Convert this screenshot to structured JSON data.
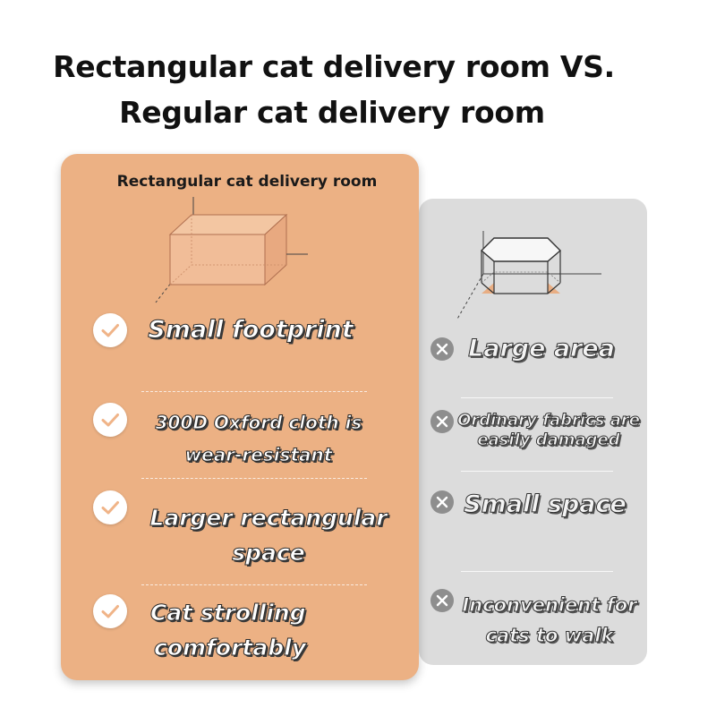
{
  "title": {
    "line1": "Rectangular cat delivery room VS.",
    "line2": "Regular cat delivery room"
  },
  "left_card": {
    "header": "Rectangular cat delivery room",
    "features": [
      {
        "line1": "Small footprint",
        "line2": ""
      },
      {
        "line1": "300D Oxford cloth is",
        "line2": "wear-resistant"
      },
      {
        "line1": "Larger rectangular",
        "line2": "space"
      },
      {
        "line1": "Cat strolling",
        "line2": "comfortably"
      }
    ],
    "icon": "check-icon",
    "color": "#ecb184"
  },
  "right_card": {
    "features": [
      {
        "line1": "Large area",
        "line2": ""
      },
      {
        "line1": "Ordinary fabrics are",
        "line2": "easily damaged"
      },
      {
        "line1": "Small space",
        "line2": ""
      },
      {
        "line1": "Inconvenient for",
        "line2": "cats to walk"
      }
    ],
    "icon": "x-icon",
    "color": "#dcdcdc"
  }
}
